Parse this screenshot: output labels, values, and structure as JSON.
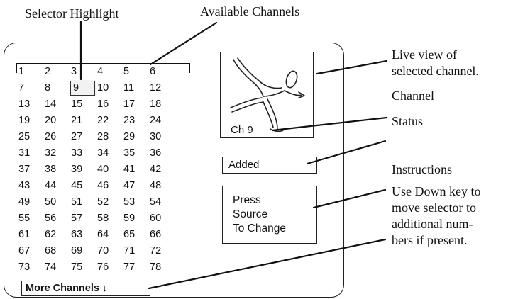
{
  "labels": {
    "selector_highlight": "Selector Highlight",
    "available_channels": "Available Channels",
    "live_view": [
      "Live view of",
      "selected channel."
    ],
    "channel": "Channel",
    "status": "Status",
    "instructions": "Instructions",
    "down_key": [
      "Use Down key to",
      "move selector to",
      "additional num-",
      "bers if present."
    ]
  },
  "screen": {
    "channels": [
      1,
      2,
      3,
      4,
      5,
      6,
      7,
      8,
      9,
      10,
      11,
      12,
      13,
      14,
      15,
      16,
      17,
      18,
      19,
      20,
      21,
      22,
      23,
      24,
      25,
      26,
      27,
      28,
      29,
      30,
      31,
      32,
      33,
      34,
      35,
      36,
      37,
      38,
      39,
      40,
      41,
      42,
      43,
      44,
      45,
      46,
      47,
      48,
      49,
      50,
      51,
      52,
      53,
      54,
      55,
      56,
      57,
      58,
      59,
      60,
      61,
      62,
      63,
      64,
      65,
      66,
      67,
      68,
      69,
      70,
      71,
      72,
      73,
      74,
      75,
      76,
      77,
      78
    ],
    "selected_channel": 9,
    "more_channels_label": "More Channels ↓",
    "live_view_channel": "Ch 9",
    "status_text": "Added",
    "instruction_lines": [
      "Press",
      "Source",
      "To Change"
    ]
  },
  "icons": {
    "live_view_image": "figure-skater-icon"
  }
}
